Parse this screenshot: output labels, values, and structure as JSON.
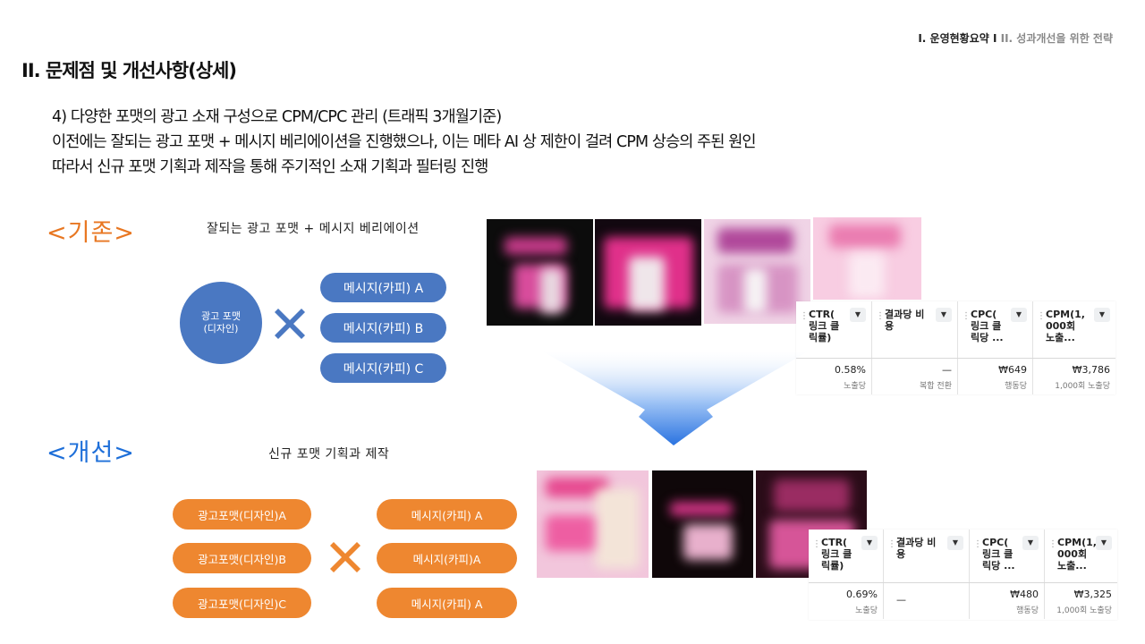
{
  "header": {
    "breadcrumb_current": "I. 운영현황요약 I",
    "breadcrumb_rest": "II. 성과개선을 위한 전략"
  },
  "title": "II. 문제점 및 개선사항(상세)",
  "description": {
    "line1": "4) 다양한 포맷의 광고 소재 구성으로 CPM/CPC 관리 (트래픽 3개월기준)",
    "line2": "이전에는 잘되는 광고 포맷 + 메시지 베리에이션을 진행했으나, 이는 메타 AI 상 제한이 걸려 CPM 상승의 주된 원인",
    "line3": "따라서 신규 포맷 기획과 제작을 통해 주기적인 소재 기획과 필터링 진행"
  },
  "before": {
    "label": "<기존>",
    "subtitle": "잘되는 광고 포맷 + 메시지 베리에이션",
    "format_circle_line1": "광고 포맷",
    "format_circle_line2": "(디자인)",
    "messages": [
      "메시지(카피) A",
      "메시지(카피) B",
      "메시지(카피) C"
    ],
    "metrics": {
      "headers": [
        "CTR(\n링크 클\n릭률)",
        "결과당 비\n용",
        "CPC(\n링크 클\n릭당 ...",
        "CPM(1,\n000회\n노출..."
      ],
      "values": [
        "0.58%",
        "—",
        "₩649",
        "₩3,786"
      ],
      "subs": [
        "노출당",
        "복합 전환",
        "행동당",
        "1,000회 노출당"
      ]
    }
  },
  "after": {
    "label": "<개선>",
    "subtitle": "신규 포맷 기획과 제작",
    "formats": [
      "광고포맷(디자인)A",
      "광고포맷(디자인)B",
      "광고포맷(디자인)C"
    ],
    "messages": [
      "메시지(카피) A",
      "메시지(카피)A",
      "메시지(카피) A"
    ],
    "metrics": {
      "headers": [
        "CTR(\n링크 클\n릭률)",
        "결과당 비\n용",
        "CPC(\n링크 클\n릭당 ...",
        "CPM(1,\n000회\n노출..."
      ],
      "values": [
        "0.69%",
        "—",
        "₩480",
        "₩3,325"
      ],
      "subs": [
        "노출당",
        "",
        "행동당",
        "1,000회 노출당"
      ]
    }
  },
  "colors": {
    "blue": "#4A78C2",
    "orange": "#EE8730",
    "before_label": "#E87722",
    "after_label": "#1E6FD9",
    "arrow": "#2A73E0"
  },
  "icons": {
    "multiply": "x-mark-icon",
    "dropdown": "chevron-down-icon",
    "arrow": "down-arrow-icon"
  }
}
